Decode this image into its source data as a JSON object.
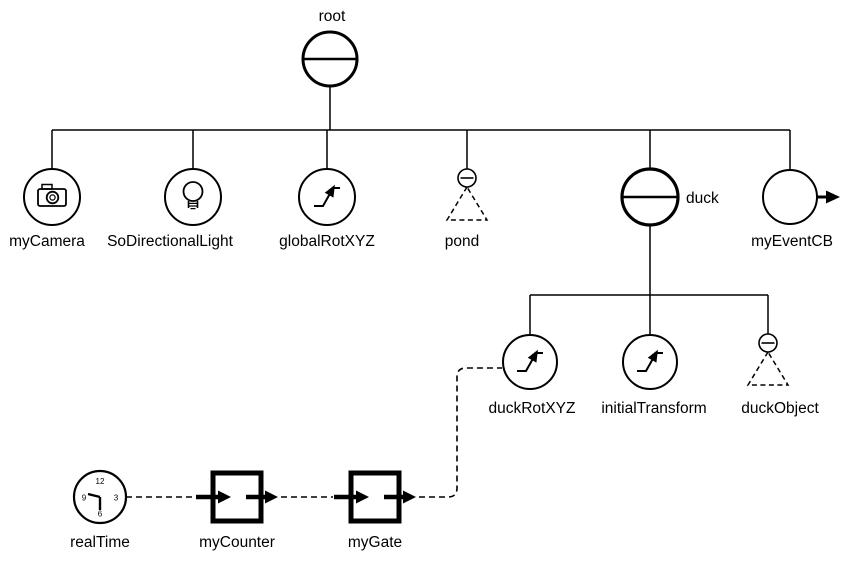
{
  "colors": {
    "line": "#000000",
    "background": "#ffffff",
    "fill": "#000000"
  },
  "nodes": {
    "root": {
      "label": "root",
      "icon": "group-node-icon"
    },
    "myCamera": {
      "label": "myCamera",
      "icon": "camera-icon"
    },
    "soDirectionalLight": {
      "label": "SoDirectionalLight",
      "icon": "light-bulb-icon"
    },
    "globalRotXYZ": {
      "label": "globalRotXYZ",
      "icon": "transform-icon"
    },
    "pond": {
      "label": "pond",
      "icon": "subgraph-icon"
    },
    "duck": {
      "label": "duck",
      "icon": "group-node-icon"
    },
    "myEventCB": {
      "label": "myEventCB",
      "icon": "callback-node-icon"
    },
    "duckRotXYZ": {
      "label": "duckRotXYZ",
      "icon": "transform-icon"
    },
    "initialTransform": {
      "label": "initialTransform",
      "icon": "transform-icon"
    },
    "duckObject": {
      "label": "duckObject",
      "icon": "subgraph-icon"
    },
    "realTime": {
      "label": "realTime",
      "icon": "clock-icon"
    },
    "myCounter": {
      "label": "myCounter",
      "icon": "engine-icon"
    },
    "myGate": {
      "label": "myGate",
      "icon": "engine-icon"
    }
  },
  "clock_face": {
    "twelve": "12",
    "three": "3",
    "six": "6",
    "nine": "9"
  },
  "edges": {
    "root_children": [
      "myCamera",
      "SoDirectionalLight",
      "globalRotXYZ",
      "pond",
      "duck",
      "myEventCB"
    ],
    "duck_children": [
      "duckRotXYZ",
      "initialTransform",
      "duckObject"
    ],
    "engine_chain": [
      "realTime",
      "myCounter",
      "myGate",
      "duckRotXYZ"
    ],
    "engine_connection_style": "dashed"
  }
}
